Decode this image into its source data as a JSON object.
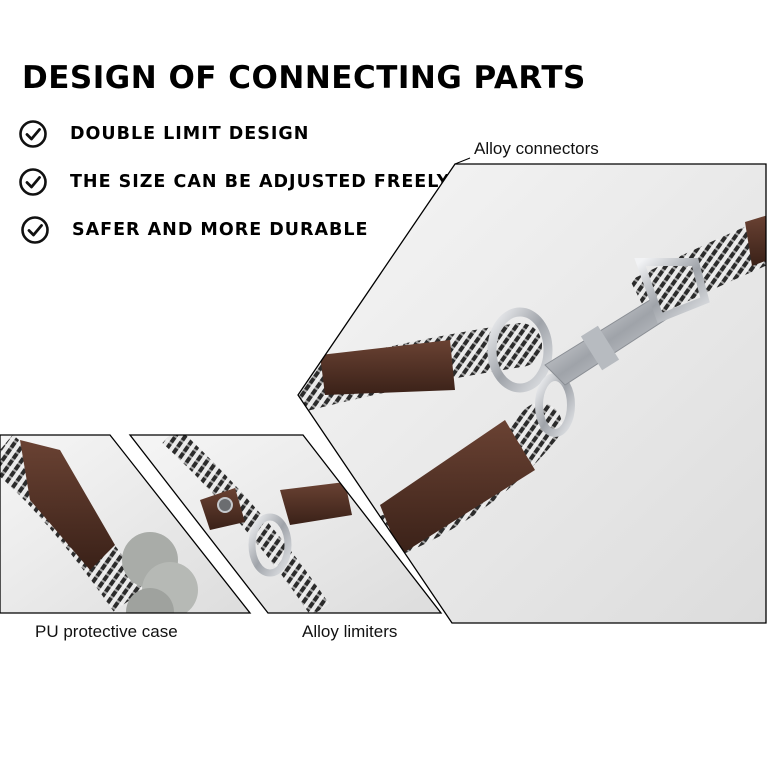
{
  "title": "DESIGN OF CONNECTING PARTS",
  "features": [
    {
      "label": "DOUBLE LIMIT DESIGN",
      "icon": "check-circle-icon"
    },
    {
      "label": "THE SIZE CAN BE ADJUSTED FREELY",
      "icon": "check-circle-icon"
    },
    {
      "label": "SAFER AND MORE DURABLE",
      "icon": "check-circle-icon"
    }
  ],
  "callouts": {
    "connectors": "Alloy connectors",
    "case": "PU  protective case",
    "limiters": "Alloy limiters"
  },
  "colors": {
    "leather": "#4a2b20",
    "metal": "#c9ccd1",
    "rope_dark": "#2a2a2a",
    "rope_light": "#e6e6e6",
    "bumper": "#a9aca8"
  }
}
